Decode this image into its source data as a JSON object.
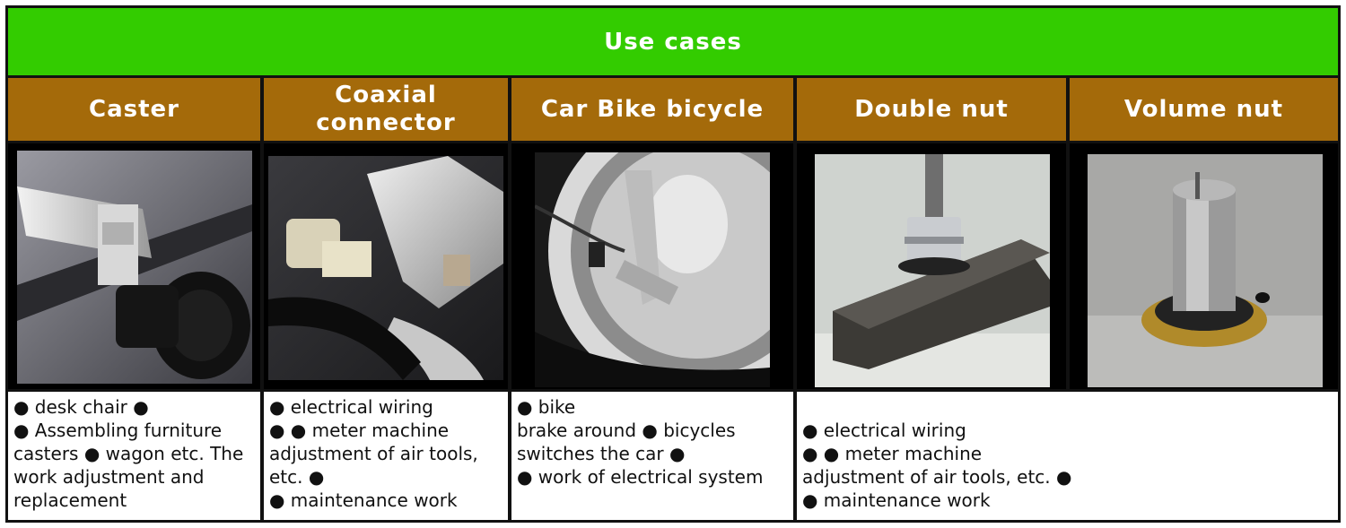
{
  "title": "Use cases",
  "columns": [
    {
      "header": "Caster",
      "description": "● desk chair ●\n● Assembling furniture casters ● wagon etc. The work adjustment and replacement"
    },
    {
      "header": "Coaxial\nconnector",
      "description": "● electrical wiring\n● ● meter machine adjustment of air tools, etc. ●\n● maintenance work"
    },
    {
      "header": "Car Bike bicycle",
      "description": "● bike\nbrake around ● bicycles switches the car ●\n● work of electrical system"
    },
    {
      "header": "Double nut",
      "description": "\n● electrical wiring\n● ● meter machine\nadjustment of air tools, etc. ●\n● maintenance work"
    },
    {
      "header": "Volume nut",
      "description": ""
    }
  ],
  "colors": {
    "title_bg": "#33cc00",
    "header_bg": "#a46a0a",
    "grid": "#111111"
  }
}
